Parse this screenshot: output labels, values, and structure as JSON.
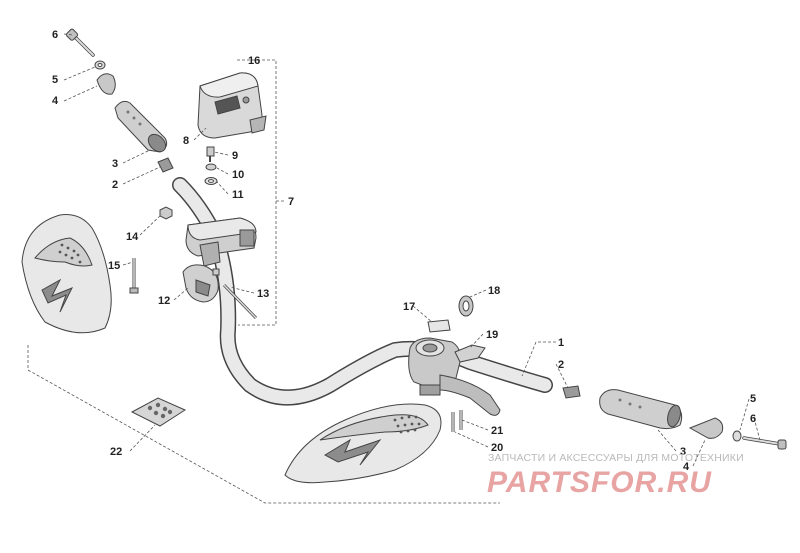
{
  "callouts": [
    {
      "id": "c1",
      "text": "1"
    },
    {
      "id": "c2a",
      "text": "2"
    },
    {
      "id": "c2b",
      "text": "2"
    },
    {
      "id": "c3a",
      "text": "3"
    },
    {
      "id": "c3b",
      "text": "3"
    },
    {
      "id": "c4a",
      "text": "4"
    },
    {
      "id": "c4b",
      "text": "4"
    },
    {
      "id": "c5a",
      "text": "5"
    },
    {
      "id": "c5b",
      "text": "5"
    },
    {
      "id": "c6a",
      "text": "6"
    },
    {
      "id": "c6b",
      "text": "6"
    },
    {
      "id": "c7",
      "text": "7"
    },
    {
      "id": "c8",
      "text": "8"
    },
    {
      "id": "c9",
      "text": "9"
    },
    {
      "id": "c10",
      "text": "10"
    },
    {
      "id": "c11",
      "text": "11"
    },
    {
      "id": "c12",
      "text": "12"
    },
    {
      "id": "c13",
      "text": "13"
    },
    {
      "id": "c14",
      "text": "14"
    },
    {
      "id": "c15",
      "text": "15"
    },
    {
      "id": "c16",
      "text": "16"
    },
    {
      "id": "c17",
      "text": "17"
    },
    {
      "id": "c18",
      "text": "18"
    },
    {
      "id": "c19",
      "text": "19"
    },
    {
      "id": "c20",
      "text": "20"
    },
    {
      "id": "c21",
      "text": "21"
    },
    {
      "id": "c22",
      "text": "22"
    }
  ],
  "watermark": {
    "tagline": "ЗАПЧАСТИ И АКСЕССУАРЫ ДЛЯ МОТОТЕХНИКИ",
    "brand": "PARTSFOR.RU"
  },
  "colors": {
    "line": "#444444",
    "fill_light": "#e6e6e6",
    "fill_mid": "#bdbdbd",
    "fill_dark": "#7a7a7a",
    "watermark_brand": "#e8a3a3"
  }
}
